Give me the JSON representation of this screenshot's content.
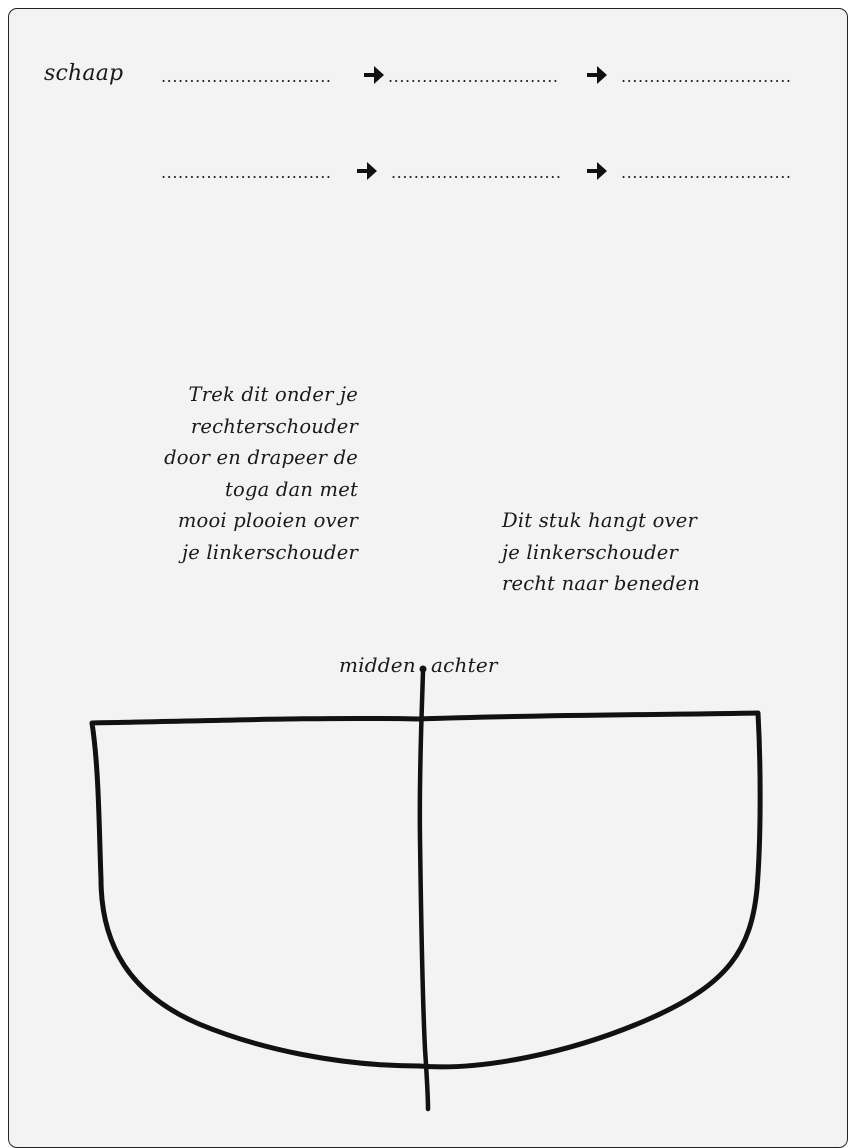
{
  "worksheet": {
    "start_word": "schaap",
    "blank_fill": "..............................",
    "row1_blanks": [
      "",
      "",
      ""
    ],
    "row2_blanks": [
      "",
      "",
      ""
    ],
    "arrow_icon": "arrow-right-icon"
  },
  "instructions": {
    "left_note": [
      "Trek dit onder je",
      "rechterschouder",
      "door en drapeer de",
      "toga dan met",
      "mooi plooien over",
      "je linkerschouder"
    ],
    "right_note": [
      "Dit stuk hangt over",
      "je linkerschouder",
      "recht naar beneden"
    ]
  },
  "pattern": {
    "label_left": "midden",
    "label_right": "achter",
    "stroke_color": "#111111"
  },
  "colors": {
    "sheet_background": "#f3f3f4",
    "ink": "#1a1a1a"
  }
}
